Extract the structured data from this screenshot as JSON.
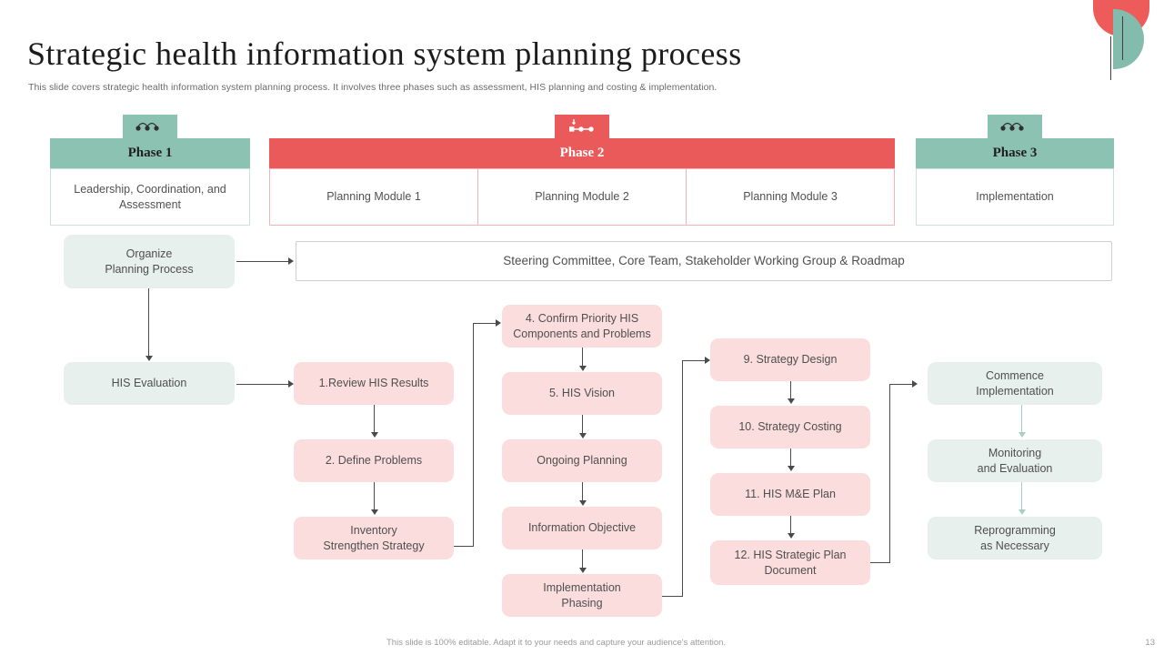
{
  "header": {
    "title": "Strategic health information system planning process",
    "subtitle": "This slide covers strategic health information system planning process. It involves three phases such as assessment, HIS planning and costing & implementation."
  },
  "phases": [
    {
      "name": "Phase 1",
      "icon": "dots-network-icon",
      "color": "#8cc2b2",
      "cells": [
        "Leadership, Coordination, and Assessment"
      ]
    },
    {
      "name": "Phase 2",
      "icon": "process-flow-icon",
      "color": "#eb5a5a",
      "cells": [
        "Planning Module 1",
        "Planning Module 2",
        "Planning Module 3"
      ]
    },
    {
      "name": "Phase 3",
      "icon": "dots-network-icon",
      "color": "#8cc2b2",
      "cells": [
        "Implementation"
      ]
    }
  ],
  "flow": {
    "organize": "Organize\nPlanning Process",
    "organize_line1": "Organize",
    "organize_line2": "Planning Process",
    "steering": "Steering Committee, Core Team, Stakeholder Working Group & Roadmap",
    "his_evaluation": "HIS Evaluation",
    "column_a": [
      "1.Review  HIS Results",
      "2. Define  Problems",
      "Inventory\nStrengthen Strategy"
    ],
    "column_a_lines": [
      [
        "1.Review  HIS Results"
      ],
      [
        "2. Define  Problems"
      ],
      [
        "Inventory",
        "Strengthen Strategy"
      ]
    ],
    "column_b_lines": [
      [
        "4. Confirm  Priority HIS",
        "Components  and Problems"
      ],
      [
        "5. HIS Vision"
      ],
      [
        "Ongoing  Planning"
      ],
      [
        "Information  Objective"
      ],
      [
        "Implementation",
        "Phasing"
      ]
    ],
    "column_c_lines": [
      [
        "9. Strategy Design"
      ],
      [
        "10. Strategy Costing"
      ],
      [
        "11. HIS M&E Plan"
      ],
      [
        "12. HIS Strategic Plan",
        "Document"
      ]
    ],
    "column_d_lines": [
      [
        "Commence",
        "Implementation"
      ],
      [
        "Monitoring",
        "and Evaluation"
      ],
      [
        "Reprogramming",
        "as Necessary"
      ]
    ]
  },
  "colors": {
    "teal": "#8cc2b2",
    "red": "#eb5a5a",
    "pink_node": "#fadddc",
    "sage_node": "#e8f0ed",
    "green_arrow": "#a8cfc2"
  },
  "footer": {
    "note": "This slide is 100% editable. Adapt it to your needs and capture your audience's attention.",
    "page_number": "13"
  }
}
